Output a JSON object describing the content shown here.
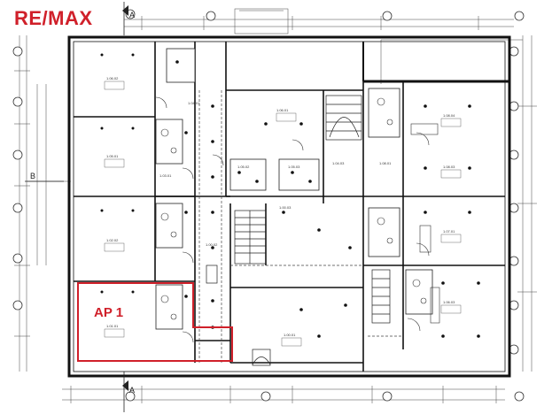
{
  "brand": {
    "logo_text": "RE/MAX",
    "color": "#d0202a"
  },
  "highlight": {
    "label": "AP 1",
    "color": "#d0202a"
  },
  "rooms": [
    {
      "id": "1.06.02",
      "label": "1.06.02"
    },
    {
      "id": "1.04.01",
      "label": "1.04.01"
    },
    {
      "id": "1.05.01",
      "label": "1.05.01"
    },
    {
      "id": "1.03.01",
      "label": "1.03.01"
    },
    {
      "id": "1.02.02",
      "label": "1.02.02"
    },
    {
      "id": "1.01.01",
      "label": "1.01.01"
    },
    {
      "id": "1.06.01",
      "label": "1.06.01"
    },
    {
      "id": "1.05.02",
      "label": "1.05.02"
    },
    {
      "id": "1.05.03",
      "label": "1.05.03"
    },
    {
      "id": "1.04.03",
      "label": "1.04.03"
    },
    {
      "id": "1.08.01",
      "label": "1.08.01"
    },
    {
      "id": "1.08.04",
      "label": "1.08.04"
    },
    {
      "id": "1.08.03",
      "label": "1.08.03"
    },
    {
      "id": "1.07.01",
      "label": "1.07.01"
    },
    {
      "id": "1.06.03",
      "label": "1.06.03"
    },
    {
      "id": "1.00.01",
      "label": "1.00.01"
    },
    {
      "id": "1.00.02",
      "label": "1.00.02"
    },
    {
      "id": "1.00.03",
      "label": "1.00.03"
    }
  ],
  "markers": {
    "section_a_top": "A",
    "section_a_bottom": "A",
    "section_b": "B"
  }
}
